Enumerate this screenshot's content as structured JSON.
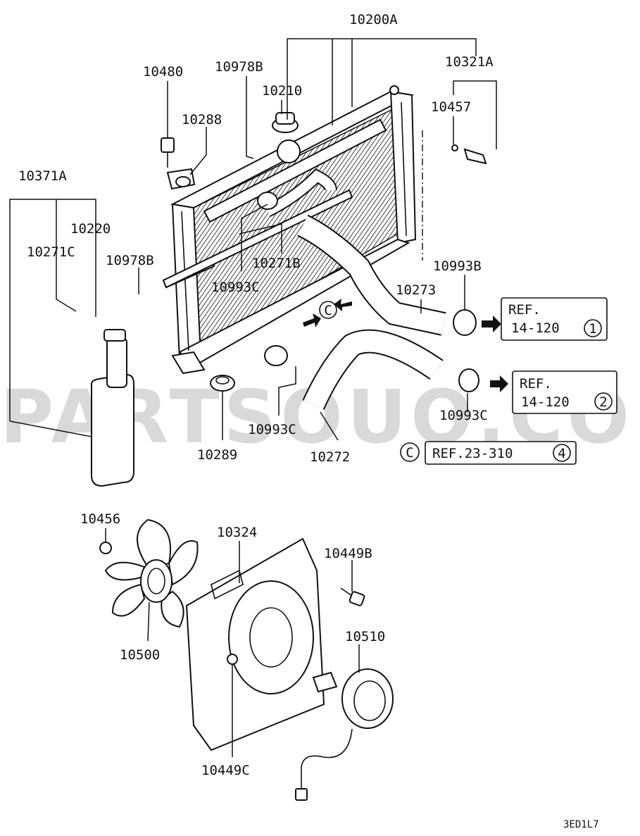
{
  "watermark": "PARTSOUQ.COM",
  "diagram_code": "3ED1L7",
  "parts": {
    "p10200A": "10200A",
    "p10321A": "10321A",
    "p10480": "10480",
    "p10978B_top": "10978B",
    "p10210": "10210",
    "p10457": "10457",
    "p10288": "10288",
    "p10371A": "10371A",
    "p10220": "10220",
    "p10271C": "10271C",
    "p10978B_left": "10978B",
    "p10271B": "10271B",
    "p10993C_top": "10993C",
    "p10993B": "10993B",
    "p10273": "10273",
    "p10289": "10289",
    "p10993C_mid": "10993C",
    "p10272": "10272",
    "p10993C_right": "10993C",
    "p10456": "10456",
    "p10324": "10324",
    "p10449B": "10449B",
    "p10500": "10500",
    "p10510": "10510",
    "p10449C": "10449C"
  },
  "references": {
    "ref1_line1": "REF.",
    "ref1_line2": "14-120",
    "ref1_num": "1",
    "ref2_line1": "REF.",
    "ref2_line2": "14-120",
    "ref2_num": "2",
    "ref3_text": "REF.23-310",
    "ref3_num": "4",
    "callout_letter": "C"
  }
}
